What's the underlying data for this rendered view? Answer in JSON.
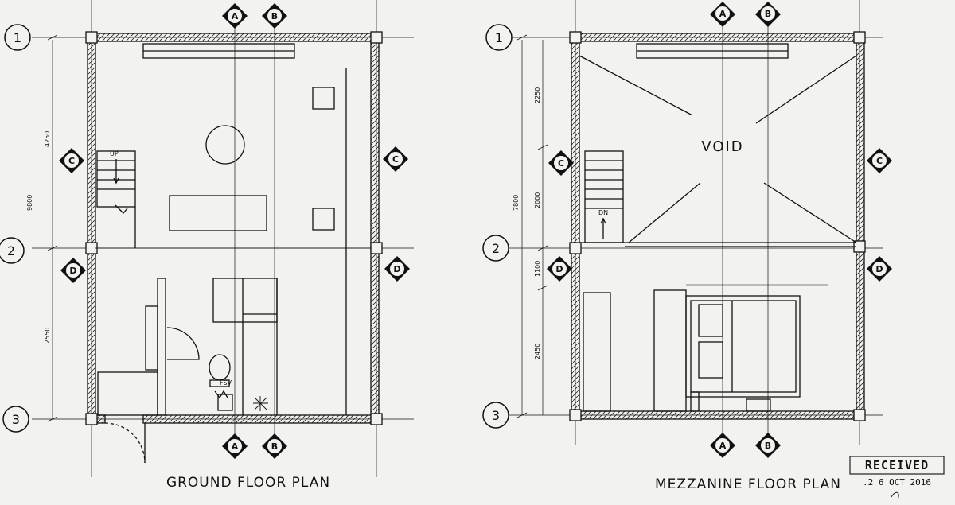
{
  "ground": {
    "title": "GROUND FLOOR PLAN",
    "grid_rows": [
      "1",
      "2",
      "3"
    ],
    "grid_cols": [
      "A",
      "B"
    ],
    "section_c": "C",
    "section_d": "D",
    "dims": {
      "total": "9800",
      "upper": "4250",
      "lower": "2550"
    },
    "stair_label": "UP",
    "misc_label": "FSV"
  },
  "mezz": {
    "title": "MEZZANINE FLOOR PLAN",
    "void_label": "VOID",
    "grid_rows": [
      "1",
      "2",
      "3"
    ],
    "grid_cols": [
      "A",
      "B"
    ],
    "section_c": "C",
    "section_d": "D",
    "dims": {
      "total": "7800",
      "a": "2250",
      "b": "2000",
      "c": "1100",
      "d": "2450"
    },
    "stair_label": "DN"
  },
  "stamp": {
    "word": "RECEIVED",
    "date": ".2 6 OCT 2016"
  }
}
